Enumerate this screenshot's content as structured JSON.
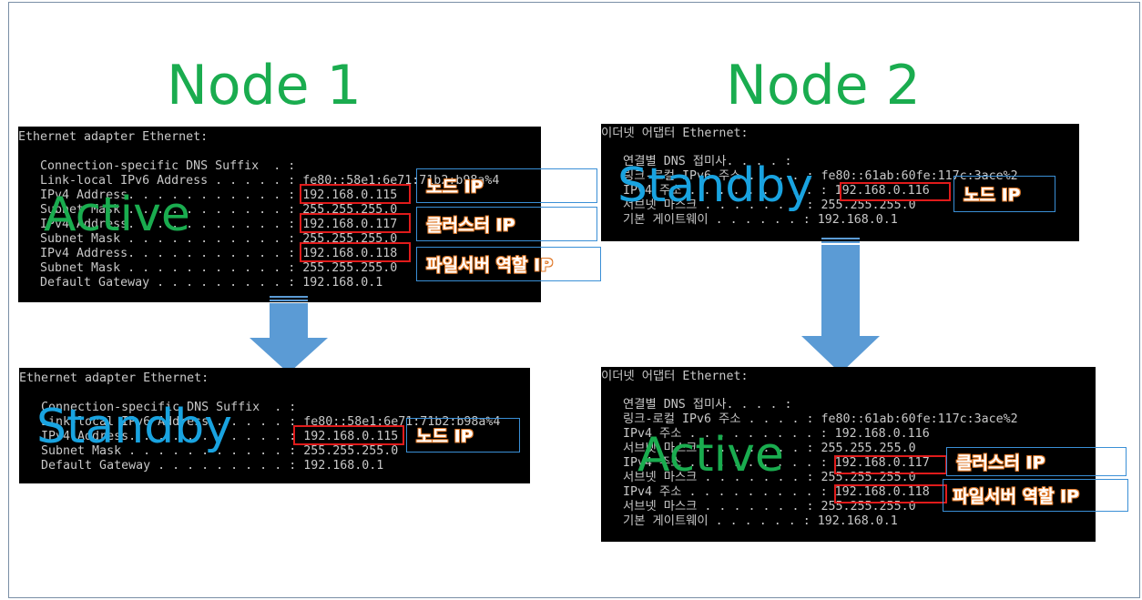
{
  "colors": {
    "node_title": "#1aac4f",
    "active": "#1aac4f",
    "standby": "#19a3e0",
    "highlight": "#e01b1b",
    "arrow": "#5b9bd5",
    "tag_border": "#3a8fd6",
    "tag_outline": "#e07a2a"
  },
  "node1": {
    "title": "Node 1",
    "before": {
      "state": "Active",
      "lines": [
        "Ethernet adapter Ethernet:",
        "",
        "   Connection-specific DNS Suffix  . :",
        "   Link-local IPv6 Address . . . . . : fe80::58e1:6e71:71b2:b98a%4",
        "   IPv4 Address. . . . . . . . . . . : 192.168.0.115",
        "   Subnet Mask . . . . . . . . . . . : 255.255.255.0",
        "   IPv4 Address. . . . . . . . . . . : 192.168.0.117",
        "   Subnet Mask . . . . . . . . . . . : 255.255.255.0",
        "   IPv4 Address. . . . . . . . . . . : 192.168.0.118",
        "   Subnet Mask . . . . . . . . . . . : 255.255.255.0",
        "   Default Gateway . . . . . . . . . : 192.168.0.1"
      ],
      "tags": [
        "노드 IP",
        "클러스터 IP",
        "파일서버 역할 IP"
      ]
    },
    "after": {
      "state": "Standby",
      "lines": [
        "Ethernet adapter Ethernet:",
        "",
        "   Connection-specific DNS Suffix  . :",
        "   Link-local IPv6 Address . . . . . : fe80::58e1:6e71:71b2:b98a%4",
        "   IPv4 Address. . . . . . . . . . . : 192.168.0.115",
        "   Subnet Mask . . . . . . . . . . . : 255.255.255.0",
        "   Default Gateway . . . . . . . . . : 192.168.0.1"
      ],
      "tags": [
        "노드 IP"
      ]
    }
  },
  "node2": {
    "title": "Node 2",
    "before": {
      "state": "Standby",
      "lines": [
        "이더넷 어댑터 Ethernet:",
        "",
        "   연결별 DNS 접미사. . . . :",
        "   링크-로컬 IPv6 주소 . . . . : fe80::61ab:60fe:117c:3ace%2",
        "   IPv4 주소 . . . . . . . . . : 192.168.0.116",
        "   서브넷 마스크 . . . . . . . : 255.255.255.0",
        "   기본 게이트웨이 . . . . . . : 192.168.0.1"
      ],
      "tags": [
        "노드 IP"
      ]
    },
    "after": {
      "state": "Active",
      "lines": [
        "이더넷 어댑터 Ethernet:",
        "",
        "   연결별 DNS 접미사. . . . :",
        "   링크-로컬 IPv6 주소 . . . . : fe80::61ab:60fe:117c:3ace%2",
        "   IPv4 주소 . . . . . . . . . : 192.168.0.116",
        "   서브넷 마스크 . . . . . . . : 255.255.255.0",
        "   IPv4 주소 . . . . . . . . . : 192.168.0.117",
        "   서브넷 마스크 . . . . . . . : 255.255.255.0",
        "   IPv4 주소 . . . . . . . . . : 192.168.0.118",
        "   서브넷 마스크 . . . . . . . : 255.255.255.0",
        "   기본 게이트웨이 . . . . . . : 192.168.0.1"
      ],
      "tags": [
        "클러스터 IP",
        "파일서버 역할 IP"
      ]
    }
  }
}
